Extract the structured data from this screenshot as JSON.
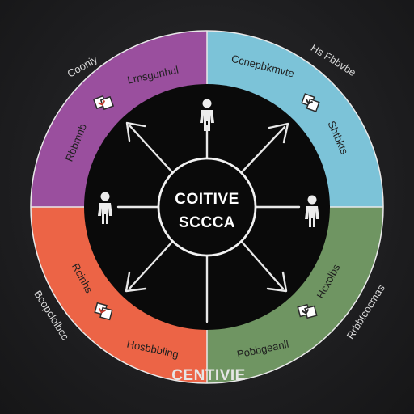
{
  "center": {
    "line1": "COITIVE",
    "line2": "SCCCA"
  },
  "footer": {
    "text": "CENTIVIE"
  },
  "quadrants": {
    "top_left": {
      "color": "#9a4f9e",
      "inner_label": "Lrnsgunhul",
      "side_label": "Rbbmnb"
    },
    "top_right": {
      "color": "#7cc3d8",
      "inner_label": "Ccnepbkmvte",
      "side_label": "Sbtbkts"
    },
    "bottom_left": {
      "color": "#ec6446",
      "inner_label": "Hosbbbling",
      "side_label": "Rcinhs"
    },
    "bottom_right": {
      "color": "#6f9562",
      "inner_label": "Pobbgeanll",
      "side_label": "Hcxolbs"
    }
  },
  "outer_labels": {
    "top_left": "Cooniy",
    "top_right": "Hs Fbbvbe",
    "left": "Bcopclolbcc",
    "right": "Rrbbtcocmas"
  },
  "icons": {
    "figures": [
      "person-icon-top",
      "person-icon-left",
      "person-icon-right"
    ],
    "symbols": [
      "arrows-icon"
    ]
  }
}
